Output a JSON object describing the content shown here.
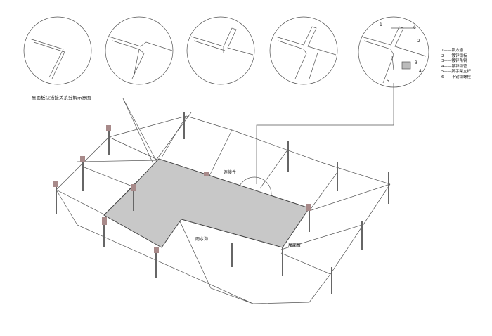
{
  "title": "屋面板块搭接关系分解示意图",
  "labels": {
    "connector": "连接件",
    "gutter": "雨水沟",
    "panel": "屋面板"
  },
  "detail_callouts": [
    "1",
    "6",
    "2",
    "3",
    "4",
    "5"
  ],
  "legend": [
    {
      "num": "1",
      "text": "铝方通"
    },
    {
      "num": "2",
      "text": "镀锌钢板"
    },
    {
      "num": "3",
      "text": "镀锌角钢"
    },
    {
      "num": "4",
      "text": "镀锌钢管"
    },
    {
      "num": "5",
      "text": "脚手架立杆"
    },
    {
      "num": "6",
      "text": "不锈钢螺栓"
    }
  ],
  "colors": {
    "panel_fill": "#c8c8c8",
    "line": "#555555",
    "bracket": "#a88a8a"
  }
}
